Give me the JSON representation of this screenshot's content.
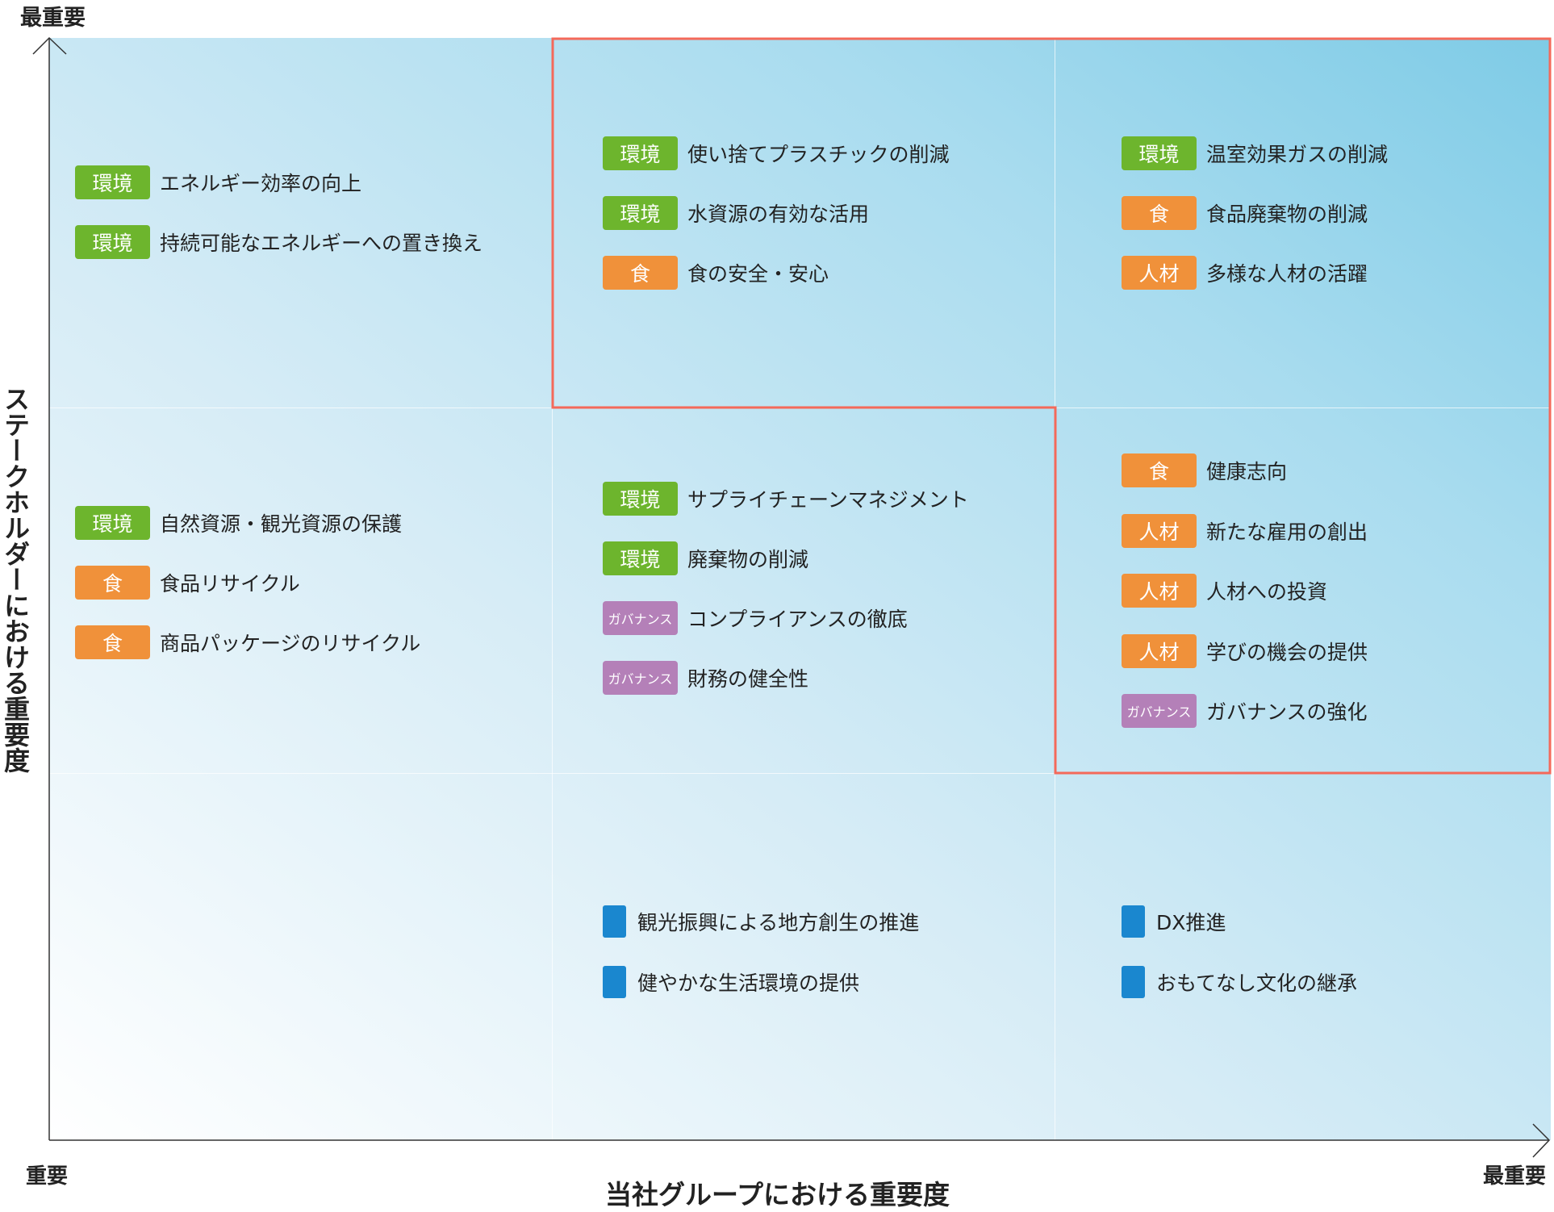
{
  "axes": {
    "y_top_label": "最重要",
    "y_title": "ステークホルダーにおける重要度",
    "x_left_label": "重要",
    "x_right_label": "最重要",
    "x_title": "当社グループにおける重要度"
  },
  "categories": {
    "env": {
      "label": "環境",
      "color": "#6db52d"
    },
    "food": {
      "label": "食",
      "color": "#f0913a"
    },
    "hr": {
      "label": "人材",
      "color": "#f0913a"
    },
    "gov": {
      "label": "ガバナンス",
      "color": "#b480b8"
    },
    "other": {
      "label": "",
      "color": "#1a87cf"
    }
  },
  "highlight_color": "#f4695a",
  "quadrants": [
    {
      "id": "top-left",
      "items": [
        {
          "cat": "env",
          "text": "エネルギー効率の向上"
        },
        {
          "cat": "env",
          "text": "持続可能なエネルギーへの置き換え"
        }
      ]
    },
    {
      "id": "top-middle",
      "items": [
        {
          "cat": "env",
          "text": "使い捨てプラスチックの削減"
        },
        {
          "cat": "env",
          "text": "水資源の有効な活用"
        },
        {
          "cat": "food",
          "text": "食の安全・安心"
        }
      ]
    },
    {
      "id": "top-right",
      "items": [
        {
          "cat": "env",
          "text": "温室効果ガスの削減"
        },
        {
          "cat": "food",
          "text": "食品廃棄物の削減"
        },
        {
          "cat": "hr",
          "text": "多様な人材の活躍"
        }
      ]
    },
    {
      "id": "middle-left",
      "items": [
        {
          "cat": "env",
          "text": "自然資源・観光資源の保護"
        },
        {
          "cat": "food",
          "text": "食品リサイクル"
        },
        {
          "cat": "food",
          "text": "商品パッケージのリサイクル"
        }
      ]
    },
    {
      "id": "middle-middle",
      "items": [
        {
          "cat": "env",
          "text": "サプライチェーンマネジメント"
        },
        {
          "cat": "env",
          "text": "廃棄物の削減"
        },
        {
          "cat": "gov",
          "text": "コンプライアンスの徹底"
        },
        {
          "cat": "gov",
          "text": "財務の健全性"
        }
      ]
    },
    {
      "id": "middle-right",
      "items": [
        {
          "cat": "food",
          "text": "健康志向"
        },
        {
          "cat": "hr",
          "text": "新たな雇用の創出"
        },
        {
          "cat": "hr",
          "text": "人材への投資"
        },
        {
          "cat": "hr",
          "text": "学びの機会の提供"
        },
        {
          "cat": "gov",
          "text": "ガバナンスの強化"
        }
      ]
    },
    {
      "id": "bottom-middle",
      "items": [
        {
          "cat": "other",
          "text": "観光振興による地方創生の推進"
        },
        {
          "cat": "other",
          "text": "健やかな生活環境の提供"
        }
      ]
    },
    {
      "id": "bottom-right",
      "items": [
        {
          "cat": "other",
          "text": "DX推進"
        },
        {
          "cat": "other",
          "text": "おもてなし文化の継承"
        }
      ]
    }
  ]
}
